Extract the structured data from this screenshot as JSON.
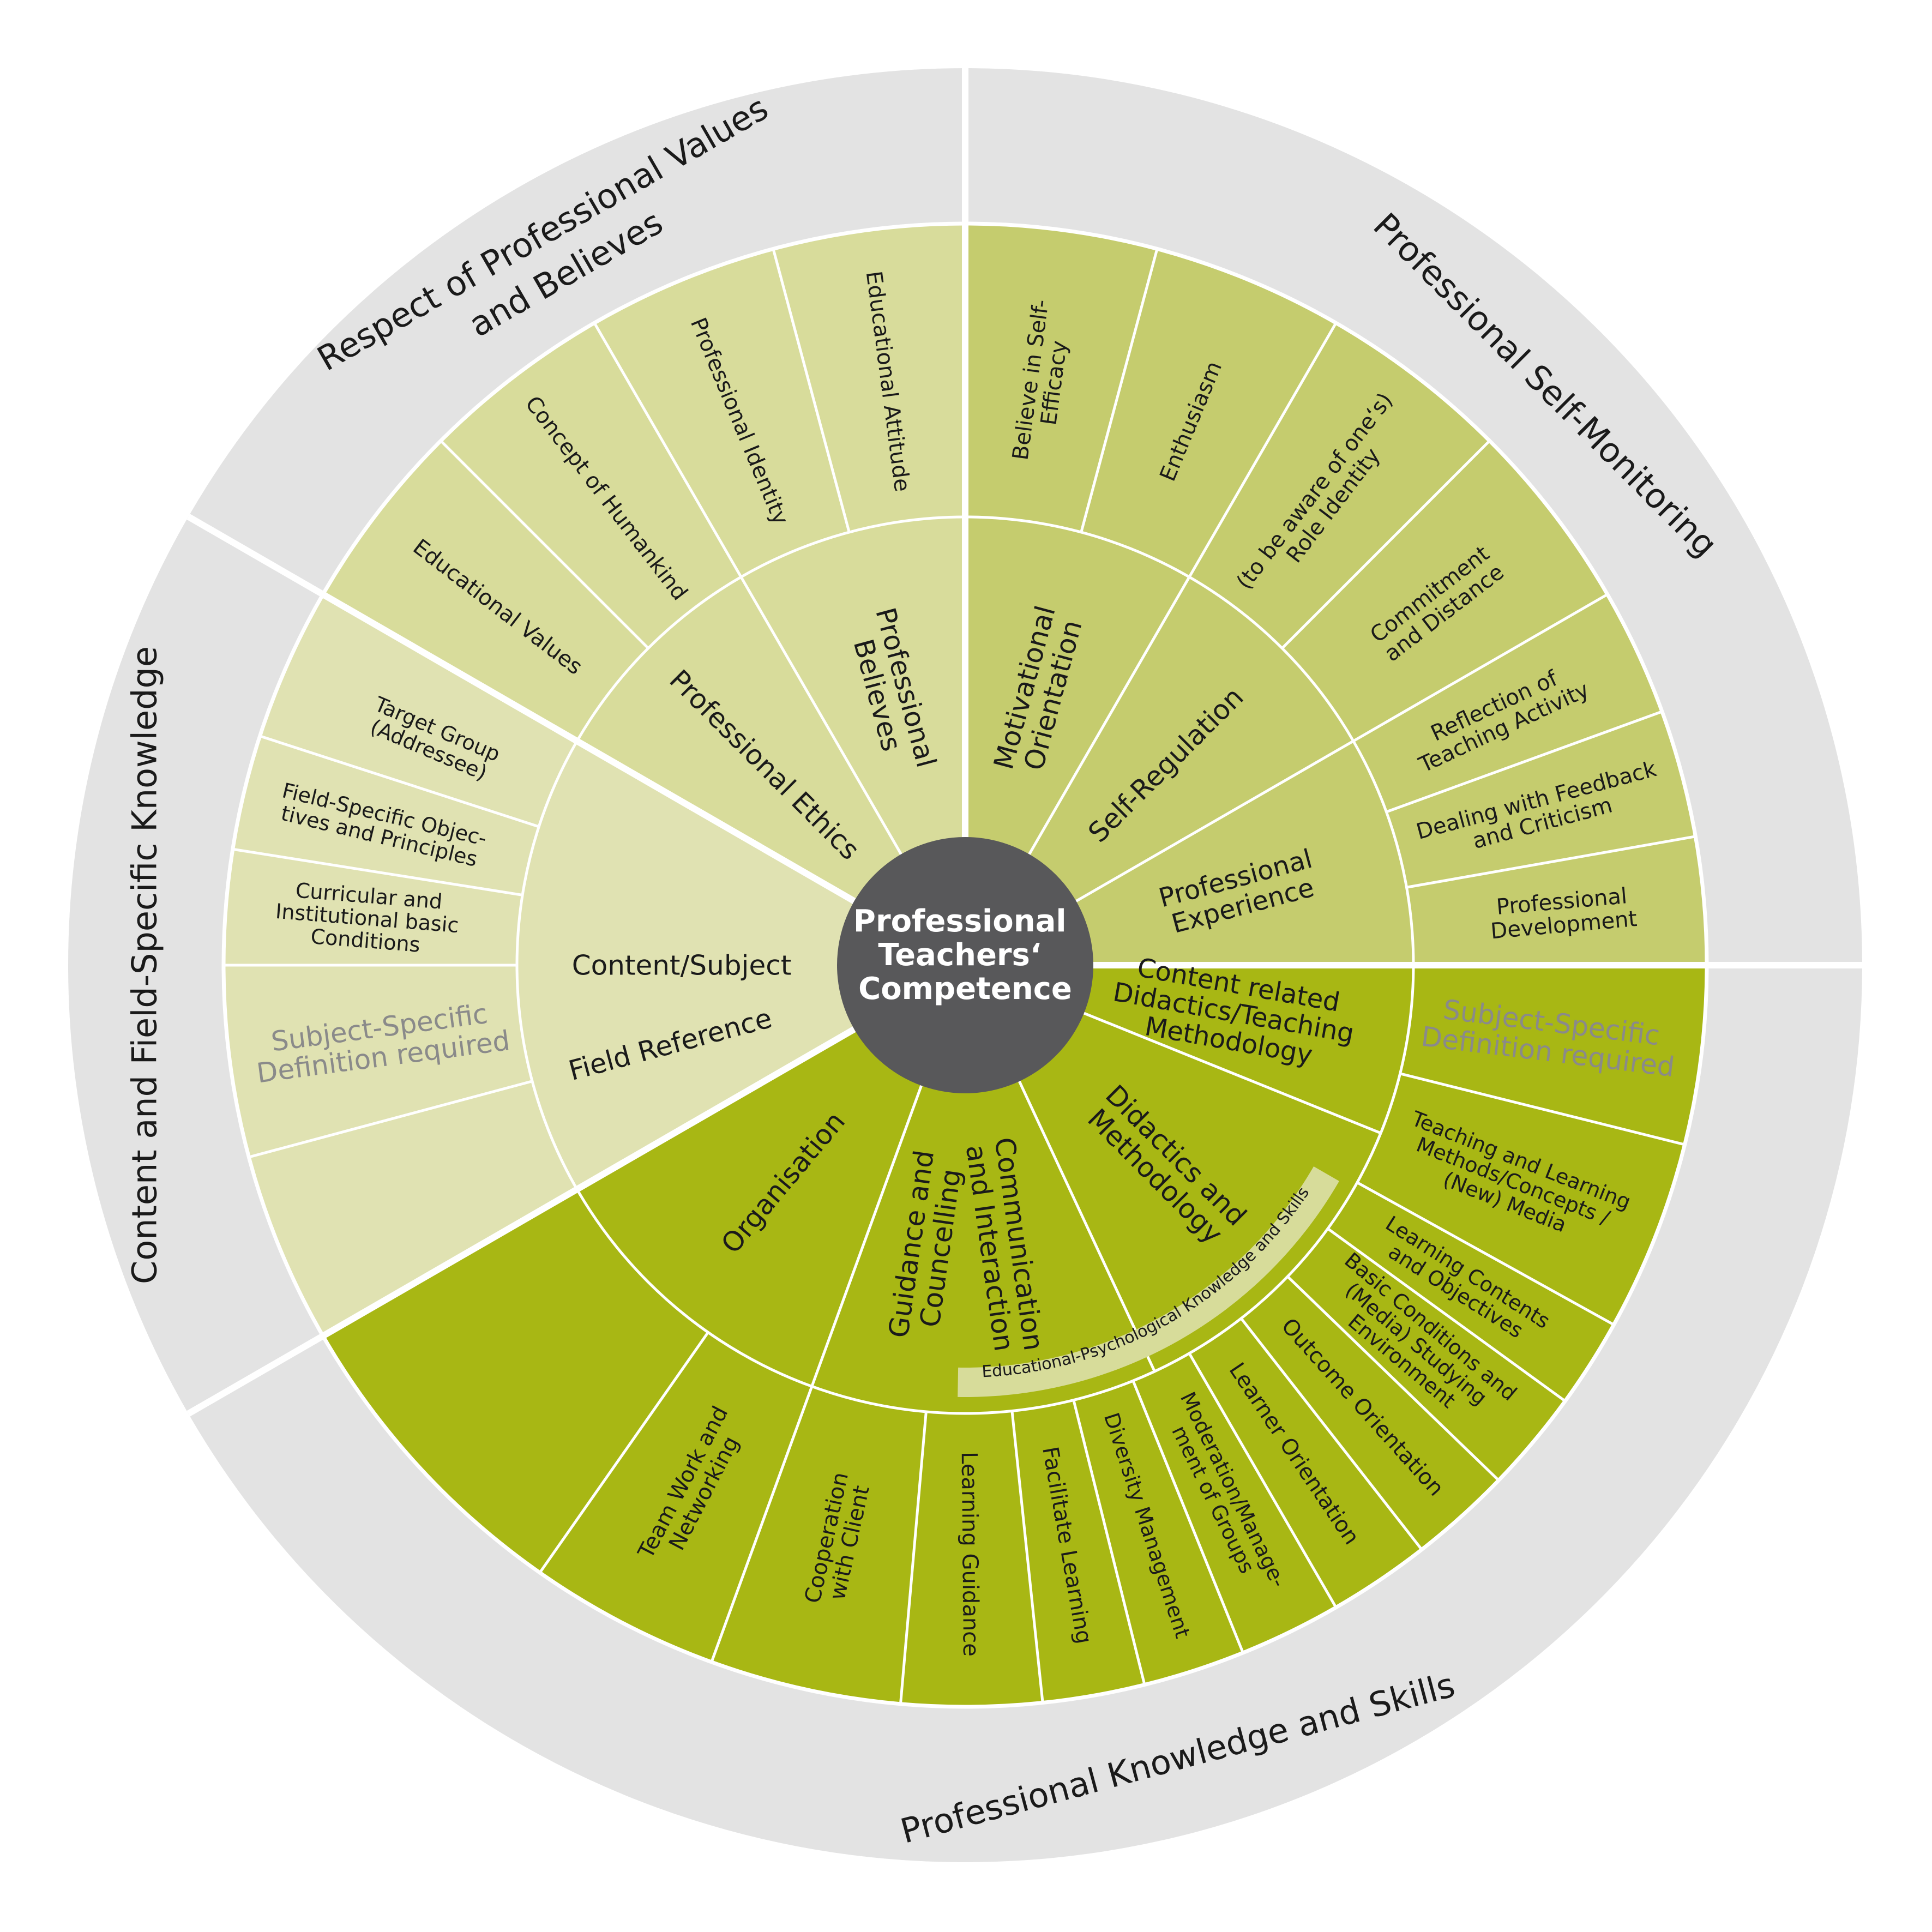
{
  "center": {
    "lines": [
      "Professional",
      "Teachers‘",
      "Competence"
    ]
  },
  "colors": {
    "outer_ring": "#e3e3e3",
    "page": "#ffffff",
    "center_fill": "#58585a",
    "center_text": "#ffffff",
    "label_text": "#1a1a1a",
    "muted_text": "#8a8a8a",
    "divider": "#ffffff",
    "band_fill": "#d7dc9a",
    "values_sector": "#d8dc9b",
    "self_monitoring_sector": "#c5cc6e",
    "content_sector": "#e0e2b2",
    "skills_sector": "#a8b714"
  },
  "outer_labels": [
    {
      "text": "Respect of Professional Values",
      "sector": "values"
    },
    {
      "text": "and Believes",
      "sector": "values"
    },
    {
      "text": "Professional Self-Monitoring",
      "sector": "self_monitoring"
    },
    {
      "text": "Content and Field-Specific Knowledge",
      "sector": "content"
    },
    {
      "text": "Professional Knowledge and Skills",
      "sector": "skills"
    }
  ],
  "middle_segments": [
    {
      "lines": [
        "Professional",
        "Believes"
      ],
      "sector": "values"
    },
    {
      "lines": [
        "Professional Ethics"
      ],
      "sector": "values"
    },
    {
      "lines": [
        "Motivational",
        "Orientation"
      ],
      "sector": "self_monitoring"
    },
    {
      "lines": [
        "Self-Regulation"
      ],
      "sector": "self_monitoring"
    },
    {
      "lines": [
        "Professional",
        "Experience"
      ],
      "sector": "self_monitoring"
    },
    {
      "lines": [
        "Content/Subject"
      ],
      "sector": "content"
    },
    {
      "lines": [
        "Field Reference"
      ],
      "sector": "content"
    },
    {
      "lines": [
        "Content related",
        "Didactics/Teaching",
        "Methodology"
      ],
      "sector": "skills"
    },
    {
      "lines": [
        "Didactics and",
        "Methodology"
      ],
      "sector": "skills"
    },
    {
      "lines": [
        "Communication",
        "and Interaction"
      ],
      "sector": "skills"
    },
    {
      "lines": [
        "Guidance and",
        "Councelling"
      ],
      "sector": "skills"
    },
    {
      "lines": [
        "Organisation"
      ],
      "sector": "skills"
    }
  ],
  "outer_segments": [
    {
      "lines": [
        "Educational Attitude"
      ],
      "sector": "values"
    },
    {
      "lines": [
        "Professional Identity"
      ],
      "sector": "values"
    },
    {
      "lines": [
        "Concept of Humankind"
      ],
      "sector": "values"
    },
    {
      "lines": [
        "Educational Values"
      ],
      "sector": "values"
    },
    {
      "lines": [
        "Believe in Self-",
        "Efficacy"
      ],
      "sector": "self_monitoring"
    },
    {
      "lines": [
        "Enthusiasm"
      ],
      "sector": "self_monitoring"
    },
    {
      "lines": [
        "(to be aware of one‘s)",
        "Role Identity"
      ],
      "sector": "self_monitoring"
    },
    {
      "lines": [
        "Commitment",
        "and Distance"
      ],
      "sector": "self_monitoring"
    },
    {
      "lines": [
        "Reflection of",
        "Teaching Activity"
      ],
      "sector": "self_monitoring"
    },
    {
      "lines": [
        "Dealing with Feedback",
        "and Criticism"
      ],
      "sector": "self_monitoring"
    },
    {
      "lines": [
        "Professional",
        "Development"
      ],
      "sector": "self_monitoring"
    },
    {
      "lines": [
        "Subject-Specific",
        "Definition required"
      ],
      "sector": "content",
      "muted": true
    },
    {
      "lines": [
        "Curricular and",
        "Institutional basic",
        "Conditions"
      ],
      "sector": "content"
    },
    {
      "lines": [
        "Field-Specific Objec-",
        "tives and Principles"
      ],
      "sector": "content"
    },
    {
      "lines": [
        "Target Group",
        "(Addressee)"
      ],
      "sector": "content"
    },
    {
      "lines": [
        "Subject-Specific",
        "Definition required"
      ],
      "sector": "skills",
      "muted": true
    },
    {
      "lines": [
        "Teaching and Learning",
        "Methods/Concepts /",
        "(New) Media"
      ],
      "sector": "skills"
    },
    {
      "lines": [
        "Learning Contents",
        "and Objectives"
      ],
      "sector": "skills"
    },
    {
      "lines": [
        "Basic Conditions and",
        "(Media) Studying",
        "Environment"
      ],
      "sector": "skills"
    },
    {
      "lines": [
        "Outcome Orientation"
      ],
      "sector": "skills"
    },
    {
      "lines": [
        "Learner Orientation"
      ],
      "sector": "skills"
    },
    {
      "lines": [
        "Moderation/Manage-",
        "ment of Groups"
      ],
      "sector": "skills"
    },
    {
      "lines": [
        "Diversity Management"
      ],
      "sector": "skills"
    },
    {
      "lines": [
        "Facilitate Learning"
      ],
      "sector": "skills"
    },
    {
      "lines": [
        "Learning Guidance"
      ],
      "sector": "skills"
    },
    {
      "lines": [
        "Cooperation",
        "with Client"
      ],
      "sector": "skills"
    },
    {
      "lines": [
        "Team Work and",
        "Networking"
      ],
      "sector": "skills"
    }
  ],
  "band": {
    "text": "Educational-Psychological Knowledge and Skills"
  }
}
